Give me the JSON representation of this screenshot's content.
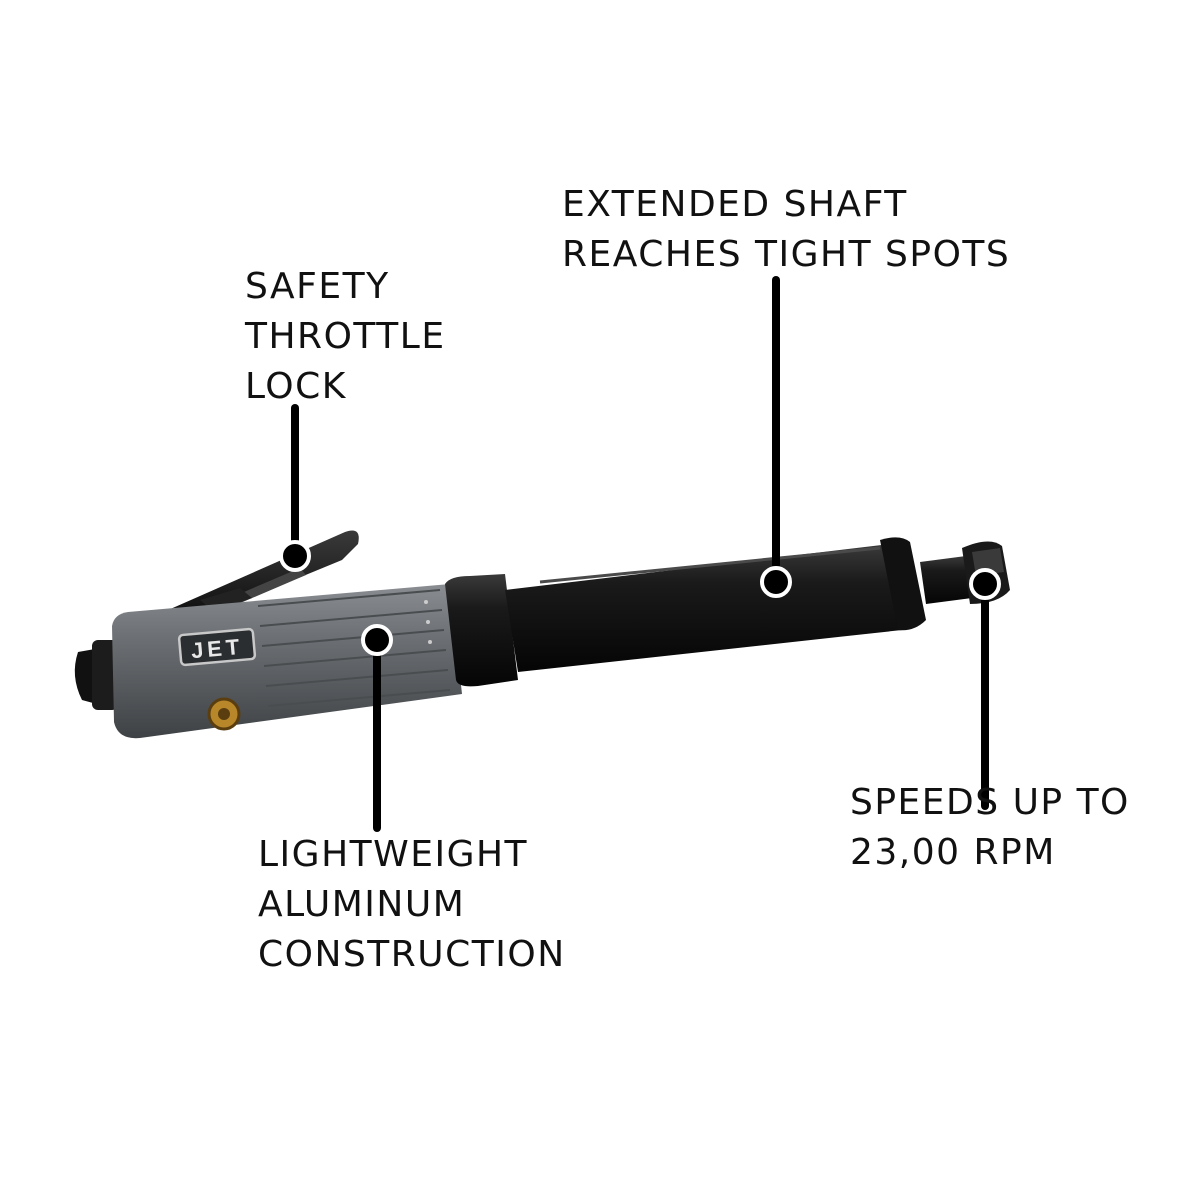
{
  "brand": {
    "logo_text": "JET"
  },
  "callouts": {
    "throttle": {
      "lines": [
        "SAFETY",
        "THROTTLE",
        "LOCK"
      ]
    },
    "shaft": {
      "lines": [
        "EXTENDED SHAFT",
        "REACHES TIGHT SPOTS"
      ]
    },
    "aluminum": {
      "lines": [
        "LIGHTWEIGHT",
        "ALUMINUM",
        "CONSTRUCTION"
      ]
    },
    "speed": {
      "lines": [
        "SPEEDS UP TO",
        "23,00 RPM"
      ]
    }
  },
  "colors": {
    "background": "#ffffff",
    "body_gray": "#62666a",
    "shaft_black": "#141414",
    "text": "#111111",
    "leader": "#000000",
    "brass_fitting": "#b8872a"
  }
}
